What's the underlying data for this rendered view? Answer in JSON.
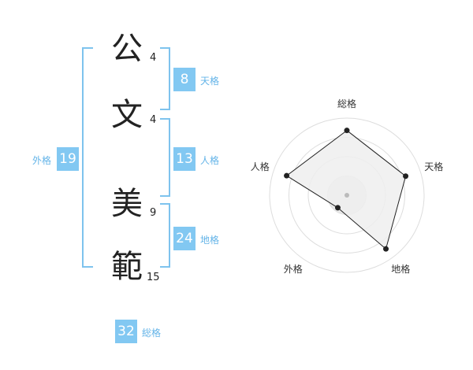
{
  "name": {
    "characters": [
      {
        "char": "公",
        "strokes": "4"
      },
      {
        "char": "文",
        "strokes": "4"
      },
      {
        "char": "美",
        "strokes": "9"
      },
      {
        "char": "範",
        "strokes": "15"
      }
    ]
  },
  "scores": {
    "tenkaku": {
      "value": "8",
      "label": "天格"
    },
    "jinkaku": {
      "value": "13",
      "label": "人格"
    },
    "chikaku": {
      "value": "24",
      "label": "地格"
    },
    "gaikaku": {
      "value": "19",
      "label": "外格"
    },
    "soukaku": {
      "value": "32",
      "label": "総格"
    }
  },
  "colors": {
    "accent": "#82c8f2",
    "bracket": "#7ec3ee",
    "label": "#64b4e8",
    "radar_fill": "#eeeeee",
    "radar_line": "#222222"
  },
  "chart_data": {
    "type": "radar",
    "axes": [
      "総格",
      "天格",
      "地格",
      "外格",
      "人格"
    ],
    "series": [
      {
        "values": [
          4.2,
          4.0,
          4.3,
          1.0,
          4.1
        ]
      }
    ],
    "range": [
      0,
      5
    ],
    "rings": 4
  }
}
